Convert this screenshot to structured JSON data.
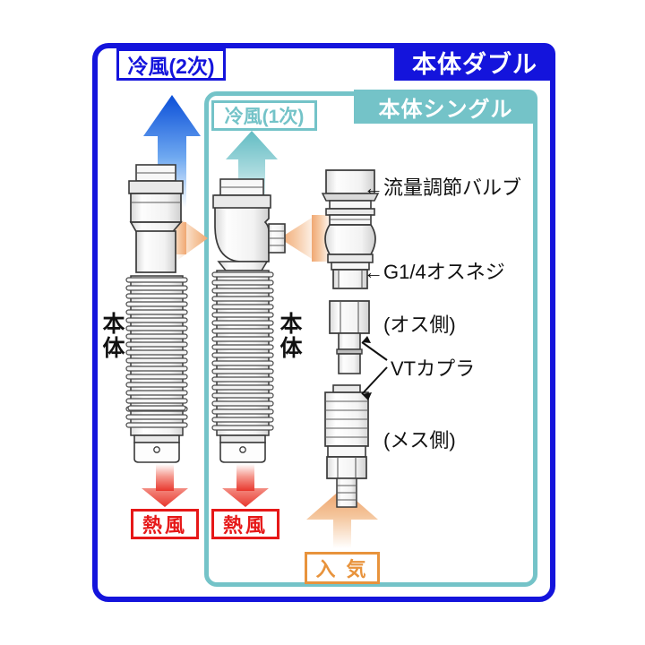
{
  "diagram": {
    "title_double": "本体ダブル",
    "title_single": "本体シングル",
    "flow_labels": {
      "cold_secondary": "冷風(2次)",
      "cold_primary": "冷風(1次)",
      "hot_left": "熱風",
      "hot_right": "熱風",
      "intake": "入 気"
    },
    "body_labels": {
      "left": "本体",
      "right": "本体"
    },
    "callouts": {
      "flow_valve": "←流量調節バルブ",
      "g14_male_thread": "←G1/4オスネジ",
      "male_side": "(オス側)",
      "vt_coupler": "VTカプラ",
      "female_side": "(メス側)"
    },
    "colors": {
      "double_frame": "#1414dc",
      "single_frame": "#74c3c8",
      "cold_arrow_secondary": "#1060e8",
      "cold_arrow_primary": "#74c3c8",
      "hot_arrow": "#e8372d",
      "intake_arrow": "#efa86a",
      "hot_label": "#e61818",
      "intake_label": "#e8933c",
      "metal": "#f7f7f7",
      "outline": "#3a3a3a"
    },
    "icons": {
      "cold_secondary_arrow": "arrow-up-blue-icon",
      "cold_primary_arrow": "arrow-up-teal-icon",
      "hot_left_arrow": "arrow-down-red-icon",
      "hot_right_arrow": "arrow-down-red-icon",
      "intake_arrow": "arrow-up-orange-icon",
      "connector_left": "arrow-right-orange-icon",
      "connector_right": "arrow-left-orange-icon"
    }
  }
}
